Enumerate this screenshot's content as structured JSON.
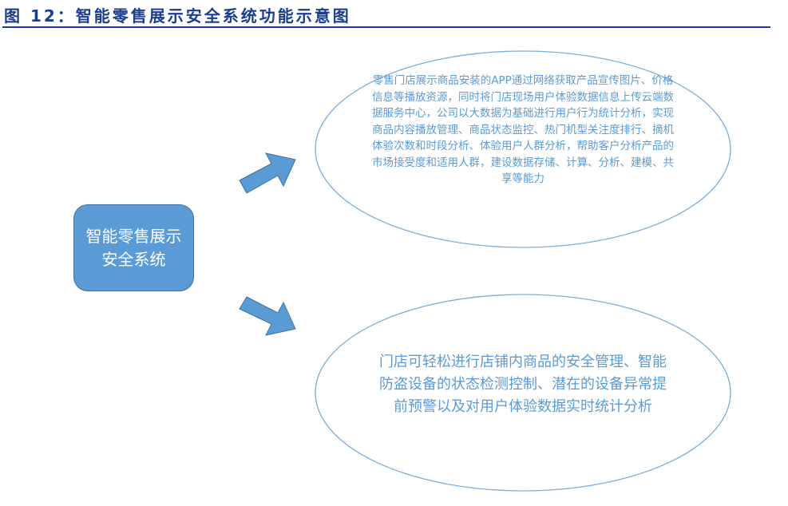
{
  "title": "图 12：智能零售展示安全系统功能示意图",
  "center_box": "智能零售展示安全系统",
  "top_ellipse_text": "零售门店展示商品安装的APP通过网络获取产品宣传图片、价格信息等播放资源，同时将门店现场用户体验数据信息上传云端数据服务中心，公司以大数据为基础进行用户行为统计分析，实现商品内容播放管理、商品状态监控、热门机型关注度排行、摘机体验次数和时段分析、体验用户人群分析，帮助客户分析产品的市场接受度和适用人群，建设数据存储、计算、分析、建模、共享等能力",
  "bottom_ellipse_text": "门店可轻松进行店铺内商品的安全管理、智能防盗设备的状态检测控制、潜在的设备异常提前预警以及对用户体验数据实时统计分析",
  "colors": {
    "accent": "#5b9bd5",
    "title": "#1a3d8f"
  }
}
